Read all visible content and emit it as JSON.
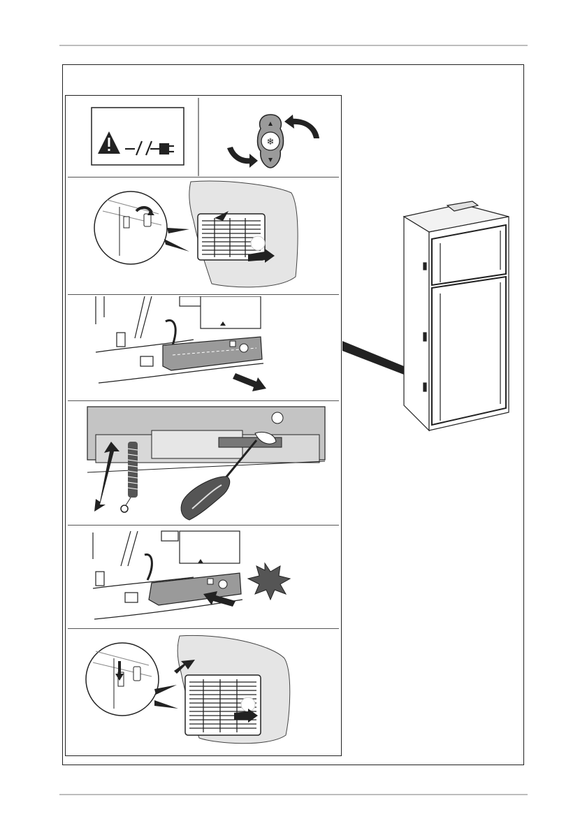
{
  "page": {
    "figure_type": "maintenance-instruction-illustration",
    "steps": [
      {
        "id": 1,
        "icons": [
          "warning-icon",
          "disconnect-power-icon",
          "thermostat-knob-icon"
        ]
      },
      {
        "id": 2,
        "icons": [
          "switch-off-icon",
          "vent-grille-remove-icon"
        ]
      },
      {
        "id": 3,
        "icons": [
          "cover-remove-arrow-icon"
        ]
      },
      {
        "id": 4,
        "icons": [
          "spring-brush-icon",
          "screwdriver-brush-icon"
        ]
      },
      {
        "id": 5,
        "icons": [
          "cover-insert-arrow-icon",
          "click-burst-icon"
        ]
      },
      {
        "id": 6,
        "icons": [
          "vent-grille-insert-icon",
          "switch-on-icon"
        ]
      }
    ],
    "colors": {
      "line": "#222222",
      "shade": "#9a9a9a",
      "dark": "#3a3a3a",
      "rule": "#bdbdbd"
    }
  }
}
